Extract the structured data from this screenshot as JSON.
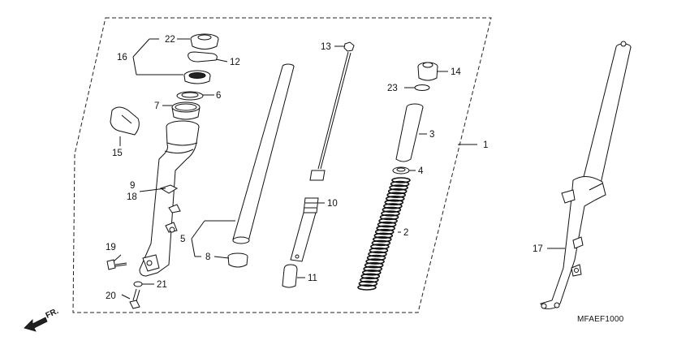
{
  "labels": {
    "p1": "1",
    "p2": "2",
    "p3": "3",
    "p4": "4",
    "p5": "5",
    "p6": "6",
    "p7": "7",
    "p8": "8",
    "p9": "9",
    "p10": "10",
    "p11": "11",
    "p12": "12",
    "p13": "13",
    "p14": "14",
    "p15": "15",
    "p16": "16",
    "p17": "17",
    "p18": "18",
    "p19": "19",
    "p20": "20",
    "p21": "21",
    "p22": "22",
    "p23": "23"
  },
  "direction_label": "FR.",
  "diagram_code": "MFAEF1000"
}
